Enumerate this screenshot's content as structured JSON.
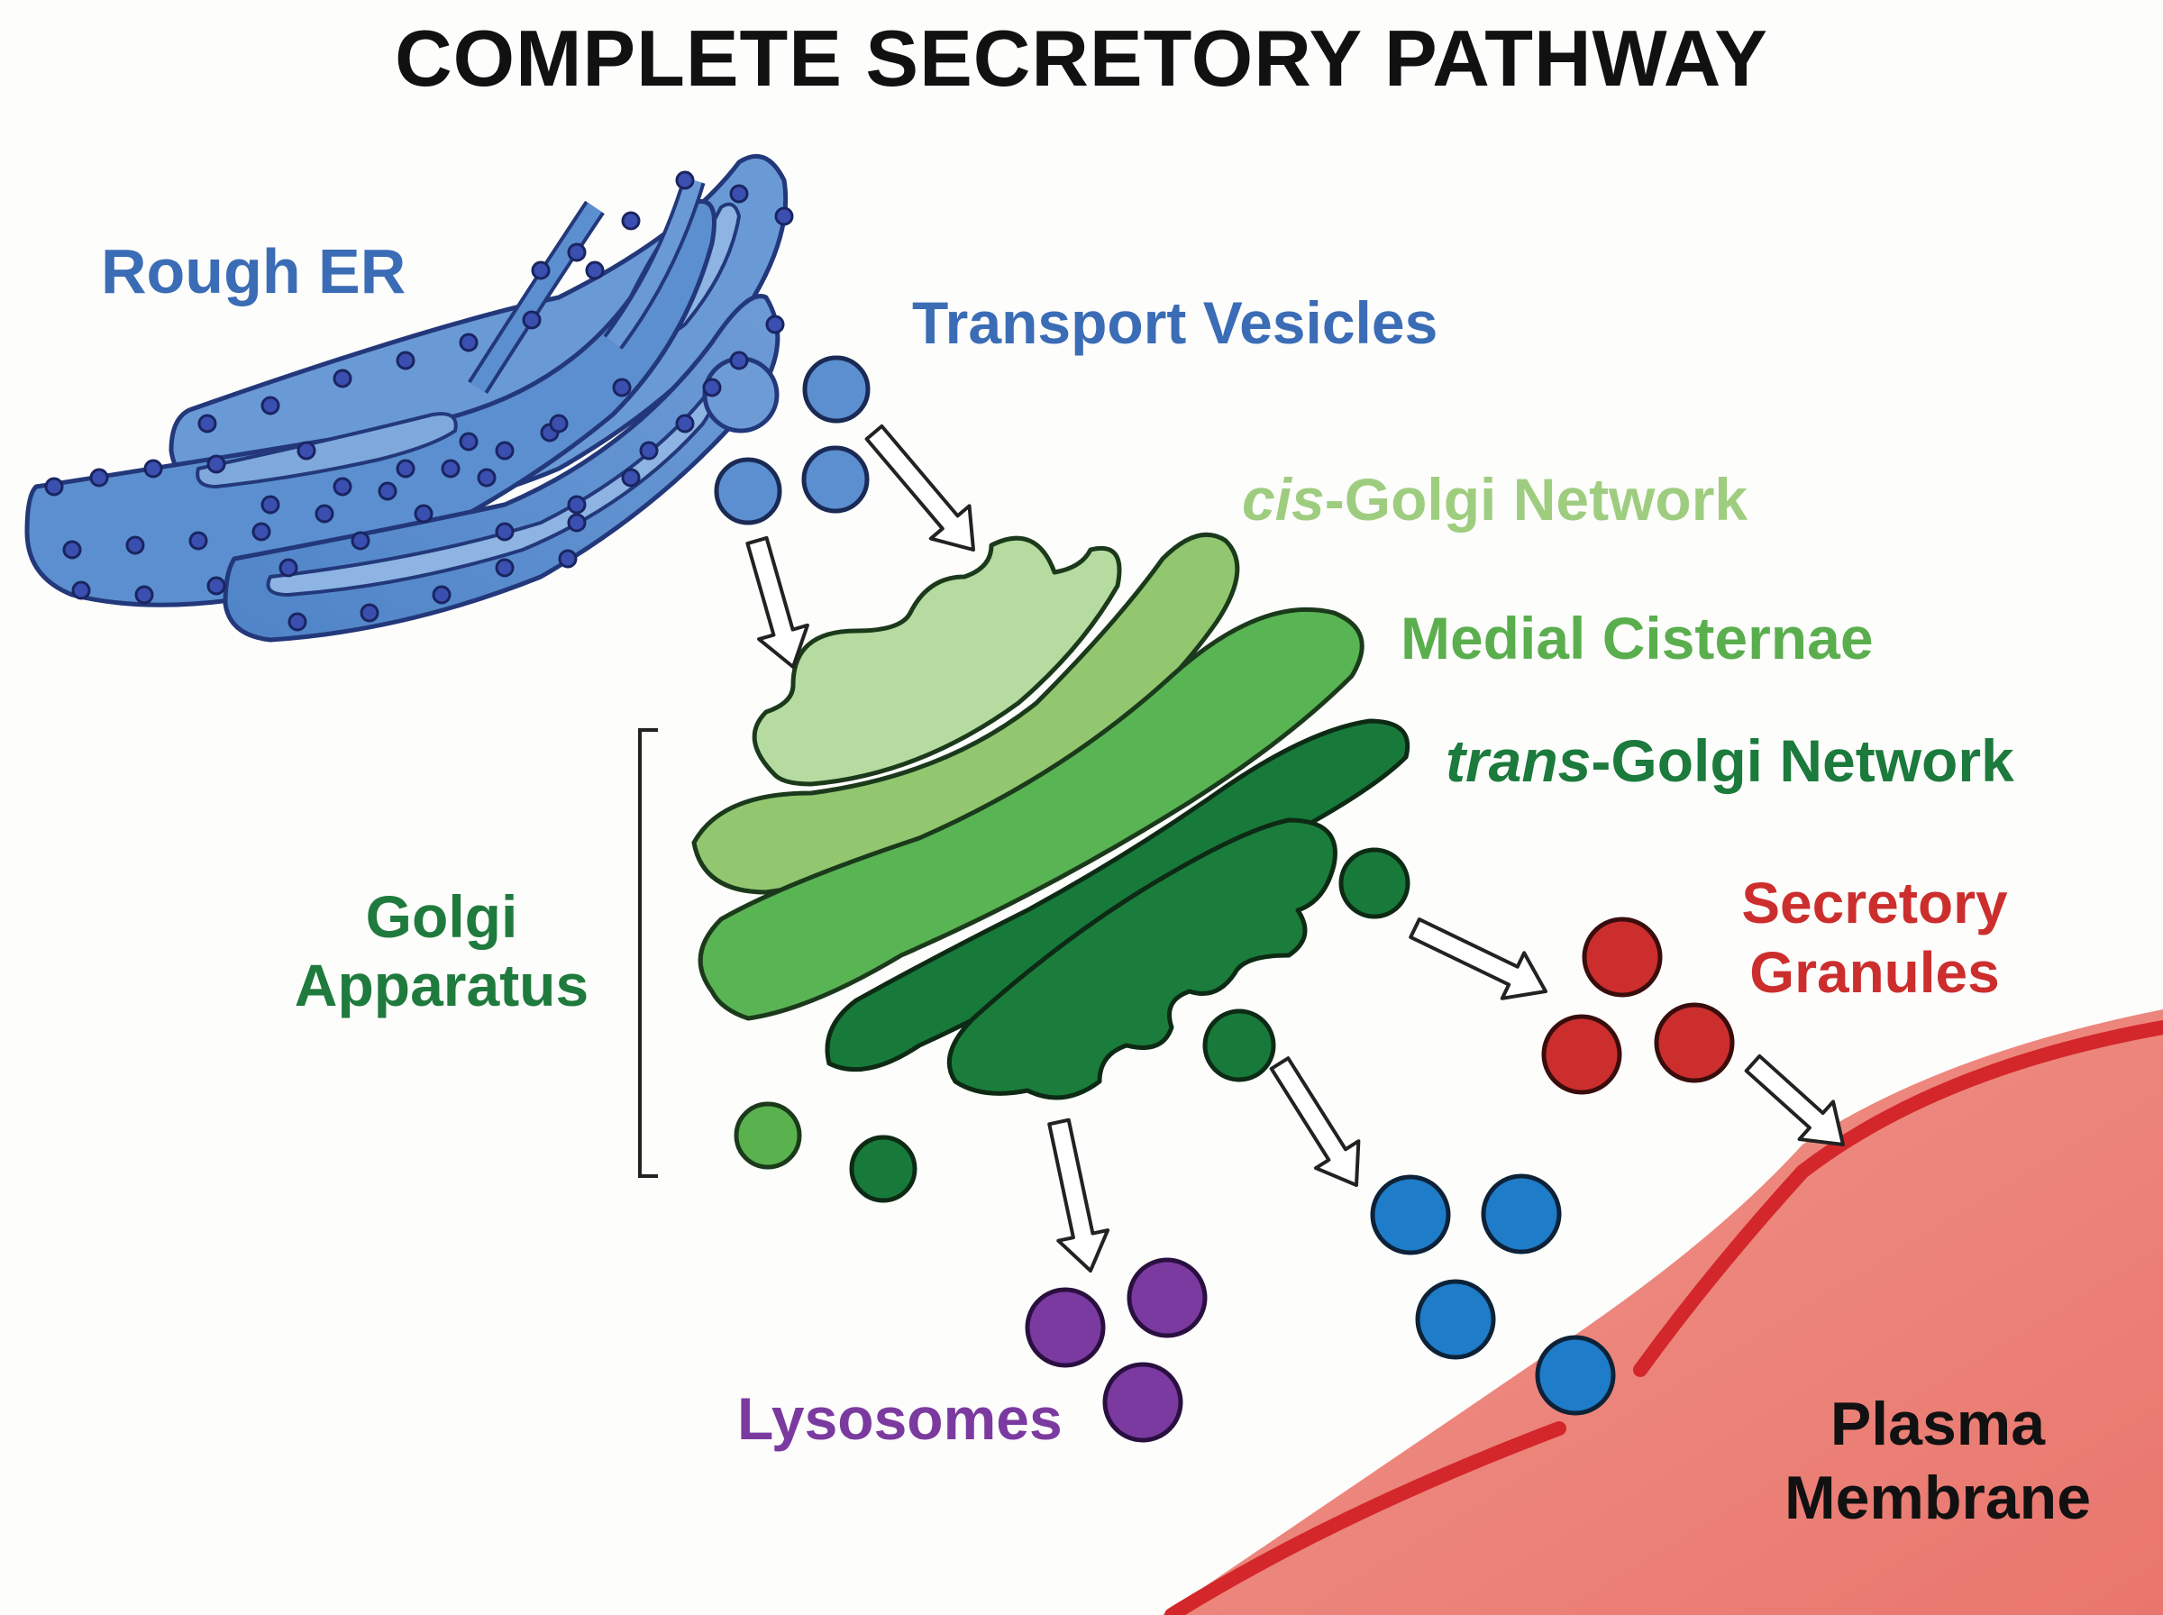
{
  "title": "COMPLETE SECRETORY PATHWAY",
  "labels": {
    "rough_er": "Rough ER",
    "transport_vesicles": "Transport Vesicles",
    "cis_prefix": "cis",
    "cis_suffix": "-Golgi Network",
    "medial": "Medial Cisternae",
    "trans_prefix": "trans",
    "trans_suffix": "-Golgi Network",
    "golgi_line1": "Golgi",
    "golgi_line2": "Apparatus",
    "secretory_line1": "Secretory",
    "secretory_line2": "Granules",
    "lysosomes": "Lysosomes",
    "plasma_line1": "Plasma",
    "plasma_line2": "Membrane"
  },
  "colors": {
    "title": "#111111",
    "er_blue": "#3b6cb6",
    "er_fill": "#5b8fd0",
    "er_fill_light": "#7aa6da",
    "ribosome": "#2a3f9a",
    "cis_green": "#9fcd80",
    "cis_fill": "#b6dba0",
    "medial_green": "#5aae4e",
    "medial_fill": "#59b553",
    "trans_green": "#1b7a3c",
    "trans_fill": "#177a3a",
    "golgi_label": "#1f7a3d",
    "secretory_red": "#cc2e2e",
    "lysosome_purple": "#7b3aa0",
    "membrane_red": "#d3272b",
    "membrane_fill": "#ec8178",
    "vesicle_blue": "#1e7cc8"
  }
}
